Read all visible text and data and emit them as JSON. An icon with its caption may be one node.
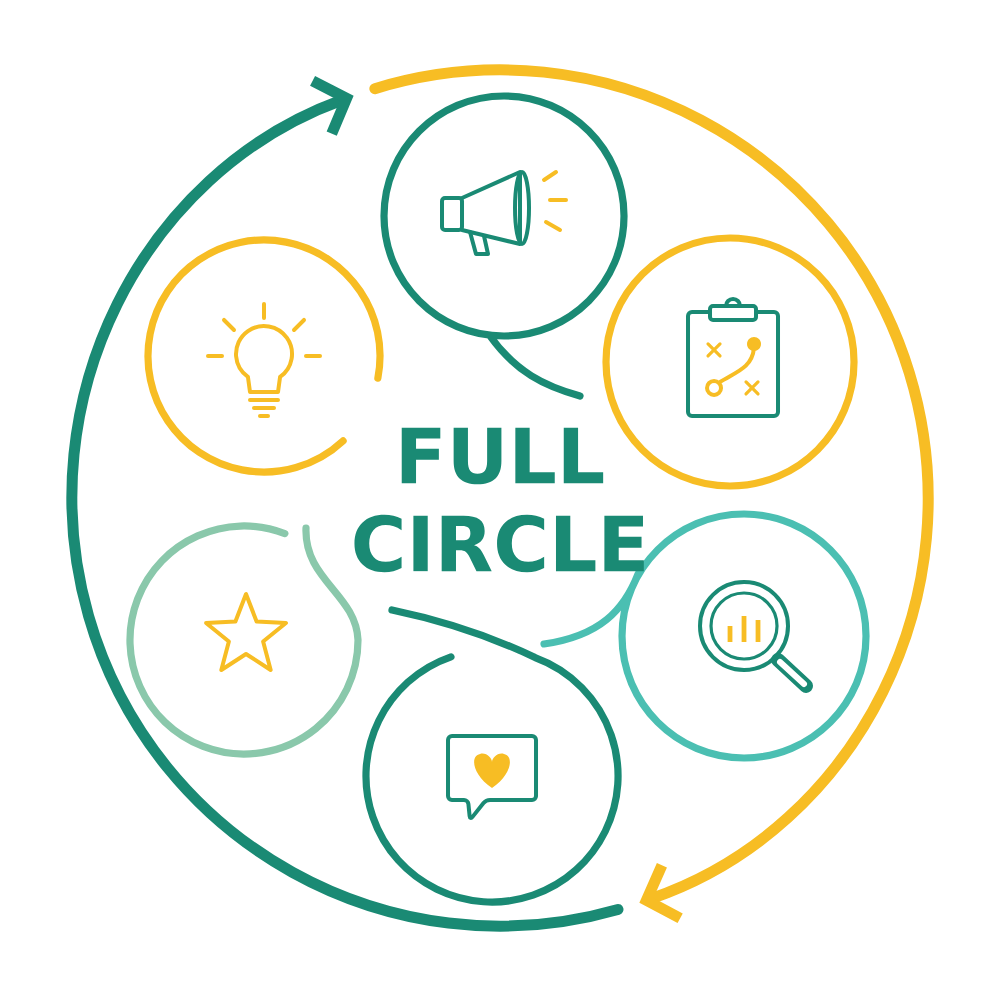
{
  "diagram": {
    "title": "FULL CIRCLE",
    "nodes": [
      {
        "text": [],
        "shape": "circle"
      },
      {
        "text": [],
        "shape": "circle"
      },
      {
        "text": [],
        "shape": "circle"
      },
      {
        "text": [],
        "shape": "circle"
      },
      {
        "text": [],
        "shape": "circle"
      },
      {
        "text": [],
        "shape": "circle"
      }
    ]
  }
}
